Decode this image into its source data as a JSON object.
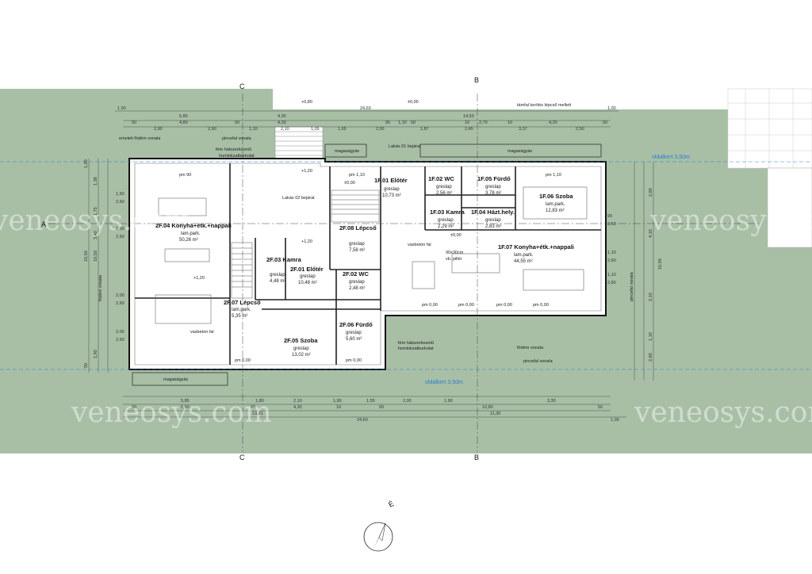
{
  "rooms_2f": [
    {
      "id": "2F.04",
      "name": "2F.04 Konyha+étk.+nappali",
      "floor": "lam.park.",
      "area": "50,26 m²"
    },
    {
      "id": "2F.03",
      "name": "2F.03 Kamra",
      "floor": "greslap",
      "area": "4,48 m²"
    },
    {
      "id": "2F.01",
      "name": "2F.01 Előtér",
      "floor": "greslap",
      "area": "10,48 m²"
    },
    {
      "id": "2F.02",
      "name": "2F.02 WC",
      "floor": "greslap",
      "area": "2,48 m²"
    },
    {
      "id": "2F.07",
      "name": "2F.07 Lépcső",
      "floor": "lam.park.",
      "area": "5,35 m²"
    },
    {
      "id": "2F.05",
      "name": "2F.05 Szoba",
      "floor": "greslap",
      "area": "13,02 m²"
    },
    {
      "id": "2F.06",
      "name": "2F.06 Fürdő",
      "floor": "greslap",
      "area": "5,60 m²"
    },
    {
      "id": "2F.08",
      "name": "2F.08 Lépcső",
      "floor": "greslap",
      "area": "7,58 m²"
    }
  ],
  "rooms_1f": [
    {
      "id": "1F.01",
      "name": "1F.01 Előtér",
      "floor": "greslap",
      "area": "10,73 m²"
    },
    {
      "id": "1F.02",
      "name": "1F.02 WC",
      "floor": "greslap",
      "area": "2,56 m²"
    },
    {
      "id": "1F.05",
      "name": "1F.05 Fürdő",
      "floor": "greslap",
      "area": "3,78 m²"
    },
    {
      "id": "1F.06",
      "name": "1F.06 Szoba",
      "floor": "lam.park.",
      "area": "12,83 m²"
    },
    {
      "id": "1F.03",
      "name": "1F.03 Kamra",
      "floor": "greslap",
      "area": "2,29 m²"
    },
    {
      "id": "1F.04",
      "name": "1F.04 Házt.hely.",
      "floor": "greslap",
      "area": "2,83 m²"
    },
    {
      "id": "1F.07",
      "name": "1F.07 Konyha+étk.+nappali",
      "floor": "lam.park.",
      "area": "44,55 m²"
    }
  ],
  "notes": {
    "emeleti": "emeleti födém vonala",
    "pincefal": "pincefal vonala",
    "fem1": "fém hátszerkezetű",
    "fem2": "homlokzatburkolat",
    "lakas02": "Lakás 02 bejárat",
    "lakas01": "Lakás 01 bejárat",
    "tamfal": "támfal kerítés lépcső mellett",
    "vasbeton": "vasbeton fal",
    "vb_piller1": "90x30cm",
    "vb_piller2": "vb. pillér",
    "fodem_vonala": "födém vonala",
    "pincefal_vonala": "pincefal vonala",
    "fodem_vonala_left": "födém vonala",
    "oldalkert_top": "oldalkert 3,50m",
    "oldalkert_bottom": "oldalkert 3,50m",
    "magasagyas": "magaságyás",
    "level_080": "+0,80",
    "level_000": "±0,00",
    "level_120": "+1,20",
    "pm90": "pm 90",
    "pm110": "pm 1,10",
    "pm000": "pm 0,00"
  },
  "dims": {
    "top1": [
      "1,00",
      "5,80",
      "4,30",
      "24,60",
      "14,50",
      "1,00"
    ],
    "top2": [
      "50",
      "4,80",
      "50",
      "4,30",
      "95",
      "1,10",
      "50",
      "10",
      "2,70",
      "10",
      "4,20",
      "50"
    ],
    "top3": [
      "2,90",
      "2,90",
      "1,10",
      "2,10",
      "1,05",
      "1,65",
      "2,65",
      "1,87",
      "2,45",
      "3,37",
      "2,50"
    ],
    "bottom1": [
      "5,85",
      "1,80",
      "2,10",
      "1,90",
      "1,55",
      "2,00",
      "1,90",
      "3,30"
    ],
    "bottom2": [
      "50",
      "5,90",
      "20",
      "4,30",
      "10",
      "50",
      "10,80",
      "50"
    ],
    "bottom3": [
      "13,31",
      "11,30"
    ],
    "bottom4": [
      "24,60",
      "1,00"
    ],
    "left": [
      "1,00",
      "1,38",
      "1,50",
      "2,60",
      "1,75",
      "2,00",
      "2,60",
      "3,40",
      "10,50",
      "10,50",
      "2,00",
      "2,60",
      "2,00",
      "2,60",
      "1,90",
      "50"
    ],
    "right": [
      "90",
      "2,60",
      "1,10",
      "2,60",
      "1,10",
      "2,60",
      "2,10",
      "4,10",
      "10,90",
      "2,60",
      "1,10",
      "2,60"
    ]
  },
  "section_markers": {
    "c": "C",
    "b": "B",
    "a": "A"
  },
  "watermark": "veneosys.com",
  "north_label": "É"
}
